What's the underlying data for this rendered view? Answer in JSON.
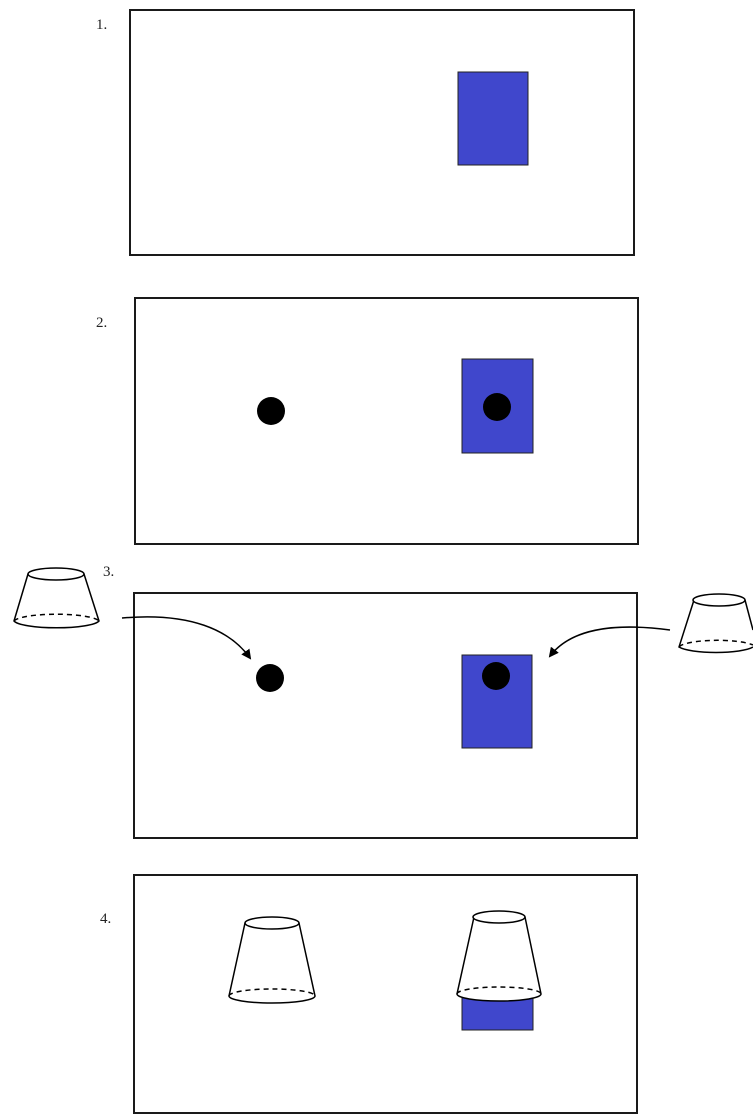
{
  "steps": [
    {
      "label": "1."
    },
    {
      "label": "2."
    },
    {
      "label": "3."
    },
    {
      "label": "4."
    }
  ],
  "colors": {
    "target": "#4047cc",
    "ink": "#000000",
    "frame": "#1a1a1a",
    "paper": "#ffffff"
  },
  "icons": [
    "cup-icon",
    "ball-icon",
    "arrow-icon",
    "blue-target-card"
  ]
}
